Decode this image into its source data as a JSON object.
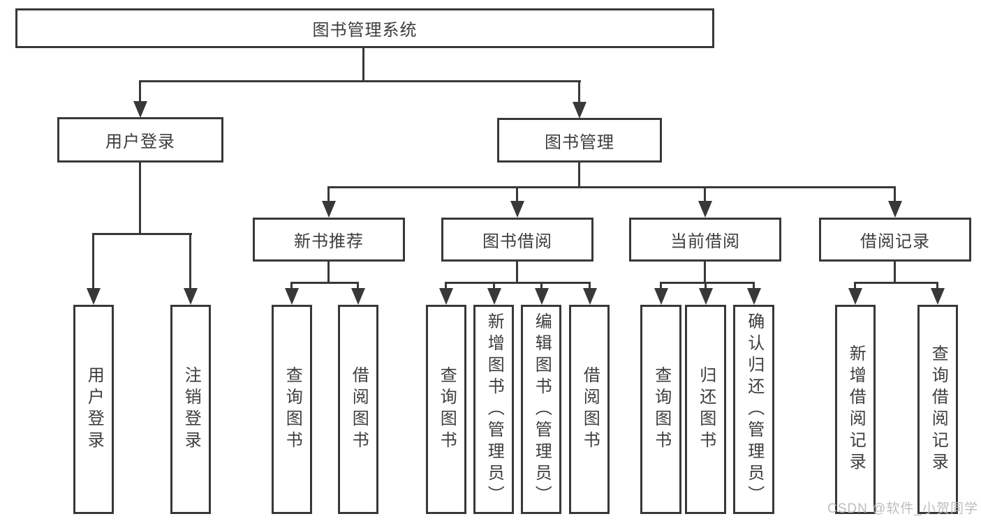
{
  "nodes": {
    "root": "图书管理系统",
    "user_login": "用户登录",
    "book_management": "图书管理",
    "new_book_recommend": "新书推荐",
    "book_borrow": "图书借阅",
    "current_borrow": "当前借阅",
    "borrow_records": "借阅记录",
    "leaf_user_login": "用户登录",
    "leaf_logout": "注销登录",
    "leaf_query_books_recommend": "查询图书",
    "leaf_borrow_books_recommend": "借阅图书",
    "leaf_query_books_borrow": "查询图书",
    "leaf_add_books_admin": "新增图书（管理员）",
    "leaf_edit_books_admin": "编辑图书（管理员）",
    "leaf_borrow_books_borrow": "借阅图书",
    "leaf_query_books_current": "查询图书",
    "leaf_return_books": "归还图书",
    "leaf_confirm_return_admin": "确认归还（管理员）",
    "leaf_add_borrow_record": "新增借阅记录",
    "leaf_query_borrow_record": "查询借阅记录"
  },
  "watermark": "CSDN @软件_小贺同学",
  "colors": {
    "line": "#383838",
    "text": "#3d3d3d",
    "background": "#ffffff",
    "watermark": "#b9b9b9"
  }
}
